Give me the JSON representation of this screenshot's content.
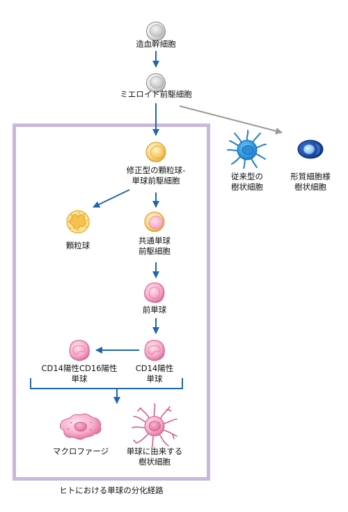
{
  "title": "ヒトにおける単球の分化経路",
  "colors": {
    "arrow_blue": "#1f66b0",
    "arrow_gray": "#9a9a9a",
    "frame": "#c8b8dc",
    "stem": "#d9d9d9",
    "myeloid_prog": "#fbd071",
    "monocyte": "#f7a9c8",
    "dc_blue": "#1e8fd6",
    "pdc_blue": "#0a3f9e"
  },
  "cells": {
    "hsc": {
      "label": [
        "造血幹細胞"
      ],
      "icon": "gray-round-cell-icon"
    },
    "cmp": {
      "label": [
        "ミエロイド前駆細胞"
      ],
      "icon": "gray-round-cell-icon"
    },
    "gmp": {
      "label": [
        "修正型の顆粒球-",
        "単球前駆細胞"
      ],
      "icon": "yellow-round-cell-icon"
    },
    "granulocyte": {
      "label": [
        "顆粒球"
      ],
      "icon": "granulocyte-icon"
    },
    "cmop": {
      "label": [
        "共通単球",
        "前駆細胞"
      ],
      "icon": "yellow-pink-cell-icon"
    },
    "premono": {
      "label": [
        "前単球"
      ],
      "icon": "pink-cell-icon"
    },
    "cd14": {
      "label": [
        "CD14陽性",
        "単球"
      ],
      "icon": "monocyte-icon"
    },
    "cd14cd16": {
      "label": [
        "CD14陽性CD16陽性",
        "単球"
      ],
      "icon": "monocyte-icon"
    },
    "macrophage": {
      "label": [
        "マクロファージ"
      ],
      "icon": "macrophage-icon"
    },
    "mo_dc": {
      "label": [
        "単球に由来する",
        "樹状細胞"
      ],
      "icon": "spiky-pink-cell-icon"
    },
    "cdc": {
      "label": [
        "従来型の",
        "樹状細胞"
      ],
      "icon": "spiky-blue-cell-icon"
    },
    "pdc": {
      "label": [
        "形質細胞様",
        "樹状細胞"
      ],
      "icon": "dark-blue-cell-icon"
    }
  }
}
